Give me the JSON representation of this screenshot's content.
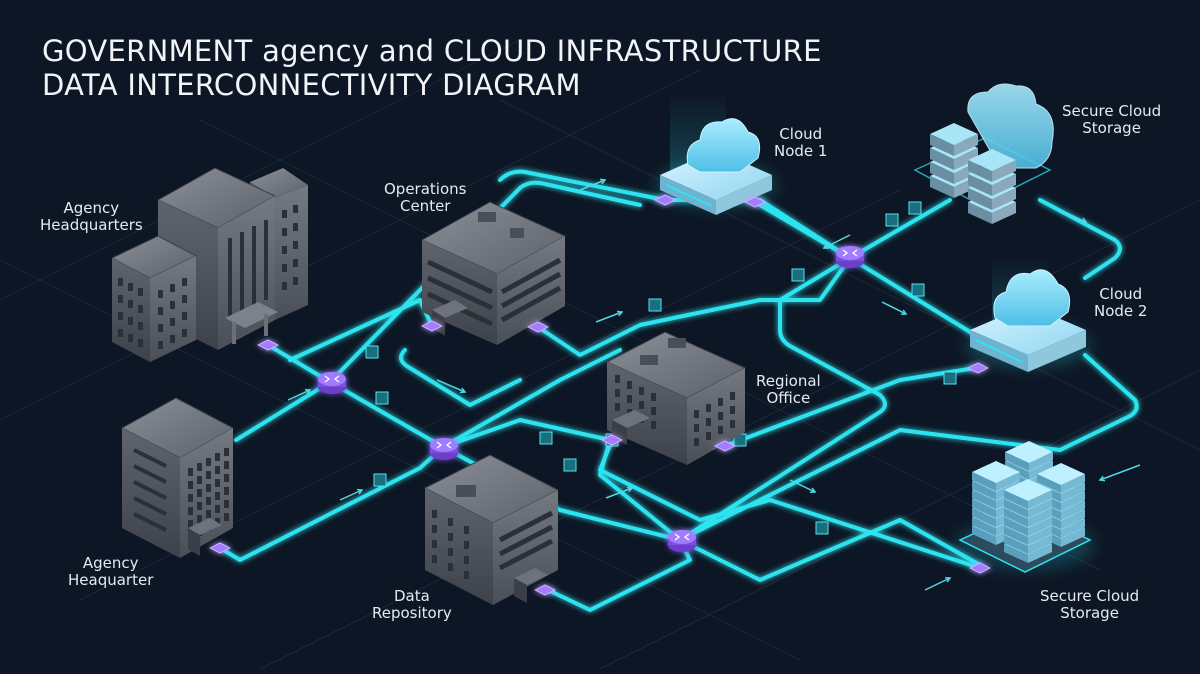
{
  "title": {
    "line1": "GOVERNMENT agency and CLOUD INFRASTRUCTURE",
    "line2": "DATA INTERCONNECTIVITY DIAGRAM"
  },
  "colors": {
    "background": "#0d1624",
    "link": "#2fe3f0",
    "router": "#8e5cf0",
    "port": "#9b6cff",
    "building": "#5d626b",
    "cloud": "#7fdcf8",
    "text": "#e6eaf0"
  },
  "nodes": [
    {
      "id": "agency-hq",
      "label_line1": "Agency",
      "label_line2": "Headquarters",
      "kind": "building-complex"
    },
    {
      "id": "operations-center",
      "label_line1": "Operations",
      "label_line2": "Center",
      "kind": "building"
    },
    {
      "id": "cloud-node-1",
      "label_line1": "Cloud",
      "label_line2": "Node 1",
      "kind": "cloud-node"
    },
    {
      "id": "secure-cloud-storage-top",
      "label_line1": "Secure Cloud",
      "label_line2": "Storage",
      "kind": "cloud-storage"
    },
    {
      "id": "cloud-node-2",
      "label_line1": "Cloud",
      "label_line2": "Node 2",
      "kind": "cloud-node"
    },
    {
      "id": "regional-office",
      "label_line1": "Regional",
      "label_line2": "Office",
      "kind": "building"
    },
    {
      "id": "agency-heaquarter",
      "label_line1": "Agency",
      "label_line2": "Heaquarter",
      "kind": "tower"
    },
    {
      "id": "data-repository",
      "label_line1": "Data",
      "label_line2": "Repository",
      "kind": "building"
    },
    {
      "id": "secure-cloud-storage-bottom",
      "label_line1": "Secure Cloud",
      "label_line2": "Storage",
      "kind": "server-cluster"
    }
  ],
  "routers": [
    "router-west",
    "router-center",
    "router-north-east",
    "router-south"
  ],
  "icons": {
    "router": "router-icon",
    "port": "network-port-icon",
    "packet": "data-packet-icon",
    "arrow": "flow-arrow-icon"
  }
}
